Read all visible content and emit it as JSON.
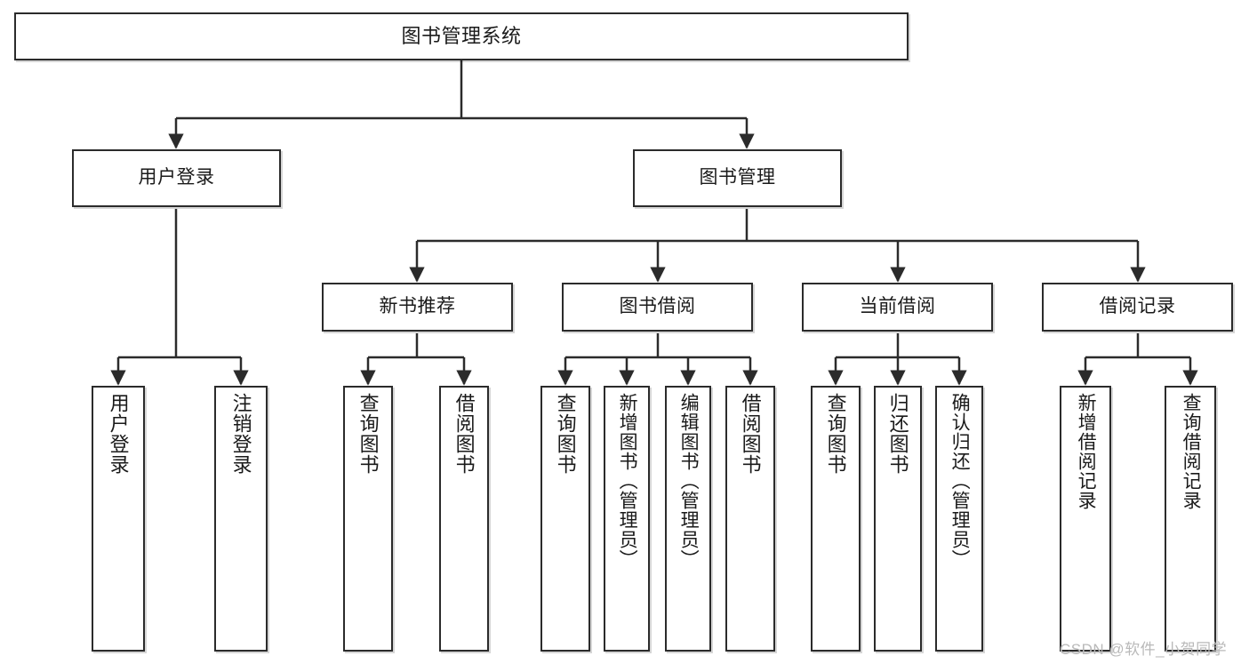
{
  "diagram": {
    "title": "图书管理系统",
    "type": "tree-hierarchy-chart",
    "watermark": "CSDN @软件_小贺同学",
    "colors": {
      "border": "#2b2b2b",
      "background": "#ffffff",
      "text": "#1a1a1a",
      "edge": "#2b2b2b",
      "watermark": "#b9b9b9"
    },
    "levels": {
      "root": {
        "label": "图书管理系统"
      },
      "level2": [
        {
          "label": "用户登录"
        },
        {
          "label": "图书管理"
        }
      ],
      "level3": [
        {
          "label": "新书推荐"
        },
        {
          "label": "图书借阅"
        },
        {
          "label": "当前借阅"
        },
        {
          "label": "借阅记录"
        }
      ],
      "leaves": {
        "user_login": [
          {
            "label": "用户登录"
          },
          {
            "label": "注销登录"
          }
        ],
        "new_book_recommend": [
          {
            "label": "查询图书"
          },
          {
            "label": "借阅图书"
          }
        ],
        "book_borrow": [
          {
            "label": "查询图书"
          },
          {
            "label": "新增图书（管理员）"
          },
          {
            "label": "编辑图书（管理员）"
          },
          {
            "label": "借阅图书"
          }
        ],
        "current_borrow": [
          {
            "label": "查询图书"
          },
          {
            "label": "归还图书"
          },
          {
            "label": "确认归还（管理员）"
          }
        ],
        "borrow_record": [
          {
            "label": "新增借阅记录"
          },
          {
            "label": "查询借阅记录"
          }
        ]
      }
    }
  }
}
